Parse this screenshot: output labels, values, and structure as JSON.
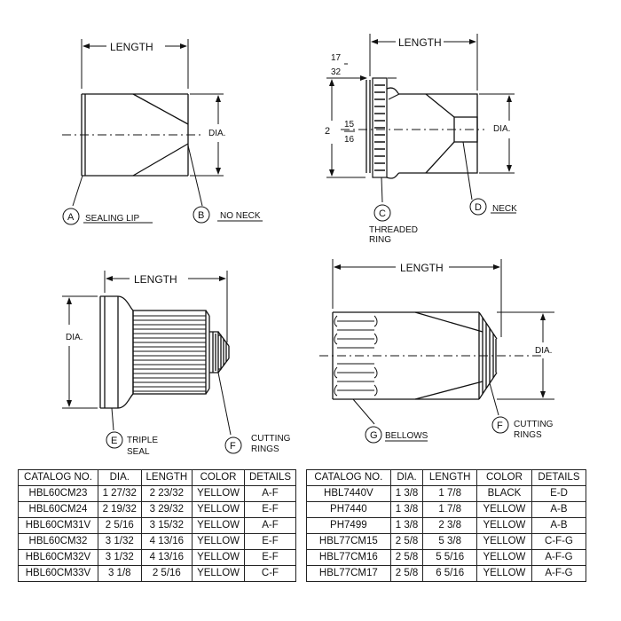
{
  "labels": {
    "length": "LENGTH",
    "dia": "DIA.",
    "frac_17": "17",
    "frac_32": "32",
    "whole_2": "2",
    "frac_15": "15",
    "frac_16": "16",
    "A": "A",
    "A_text": "SEALING LIP",
    "B": "B",
    "B_text": "NO NECK",
    "C": "C",
    "C_text1": "THREADED",
    "C_text2": "RING",
    "D": "D",
    "D_text": "NECK",
    "E": "E",
    "E_text1": "TRIPLE",
    "E_text2": "SEAL",
    "F": "F",
    "F_text1": "CUTTING",
    "F_text2": "RINGS",
    "G": "G",
    "G_text": "BELLOWS"
  },
  "table_left": {
    "headers": [
      "CATALOG NO.",
      "DIA.",
      "LENGTH",
      "COLOR",
      "DETAILS"
    ],
    "rows": [
      [
        "HBL60CM23",
        "1 27/32",
        "2 23/32",
        "YELLOW",
        "A-F"
      ],
      [
        "HBL60CM24",
        "2 19/32",
        "3 29/32",
        "YELLOW",
        "E-F"
      ],
      [
        "HBL60CM31V",
        "2 5/16",
        "3 15/32",
        "YELLOW",
        "A-F"
      ],
      [
        "HBL60CM32",
        "3 1/32",
        "4 13/16",
        "YELLOW",
        "E-F"
      ],
      [
        "HBL60CM32V",
        "3 1/32",
        "4 13/16",
        "YELLOW",
        "E-F"
      ],
      [
        "HBL60CM33V",
        "3 1/8",
        "2 5/16",
        "YELLOW",
        "C-F"
      ]
    ]
  },
  "table_right": {
    "headers": [
      "CATALOG NO.",
      "DIA.",
      "LENGTH",
      "COLOR",
      "DETAILS"
    ],
    "rows": [
      [
        "HBL7440V",
        "1 3/8",
        "1 7/8",
        "BLACK",
        "E-D"
      ],
      [
        "PH7440",
        "1 3/8",
        "1 7/8",
        "YELLOW",
        "A-B"
      ],
      [
        "PH7499",
        "1 3/8",
        "2 3/8",
        "YELLOW",
        "A-B"
      ],
      [
        "HBL77CM15",
        "2 5/8",
        "5 3/8",
        "YELLOW",
        "C-F-G"
      ],
      [
        "HBL77CM16",
        "2 5/8",
        "5 5/16",
        "YELLOW",
        "A-F-G"
      ],
      [
        "HBL77CM17",
        "2 5/8",
        "6 5/16",
        "YELLOW",
        "A-F-G"
      ]
    ]
  }
}
